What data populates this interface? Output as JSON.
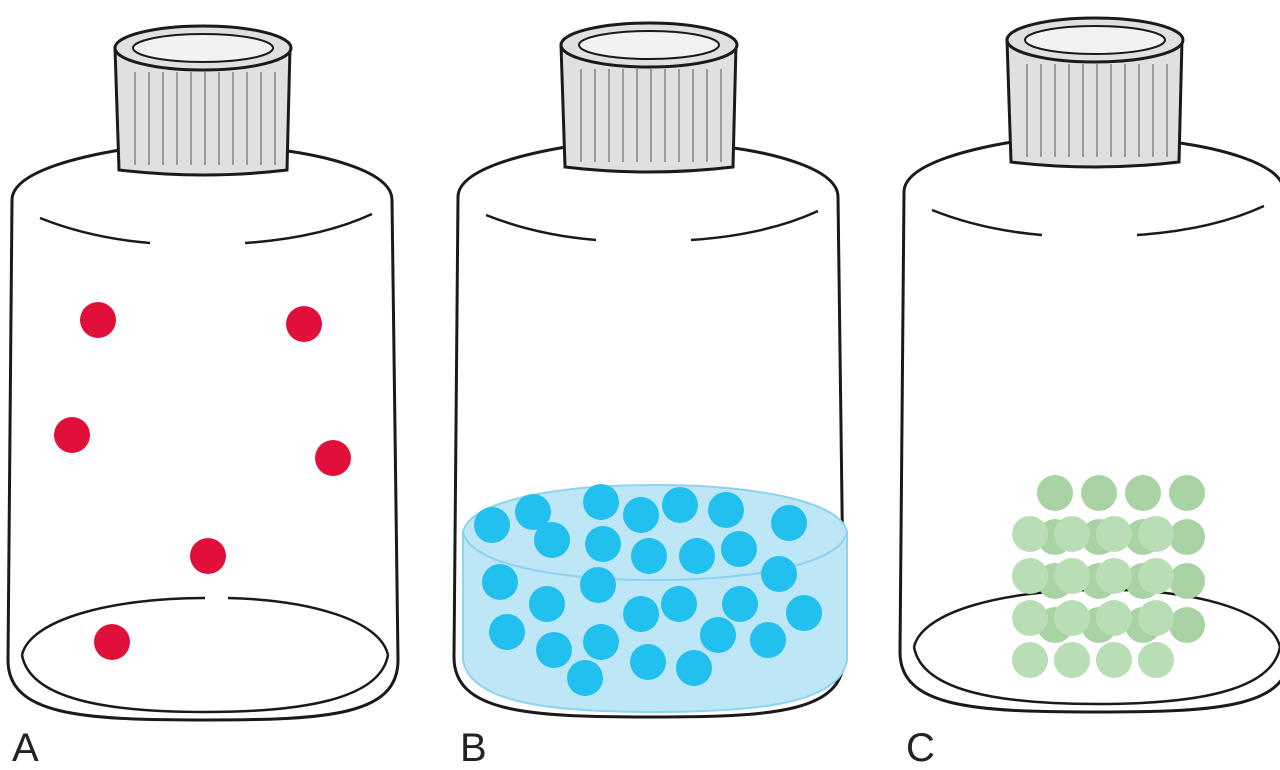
{
  "figure": {
    "panels": [
      {
        "label": "A",
        "particle_color": "#e0103a",
        "state": "gas"
      },
      {
        "label": "B",
        "particle_color": "#22c0ee",
        "liquid_color": "#bde6f7",
        "state": "liquid"
      },
      {
        "label": "C",
        "particle_color": "#b9deb5",
        "state": "solid"
      }
    ],
    "colors": {
      "outline": "#1a1a1a",
      "cap": "#e0e0e0",
      "background": "#ffffff"
    }
  }
}
